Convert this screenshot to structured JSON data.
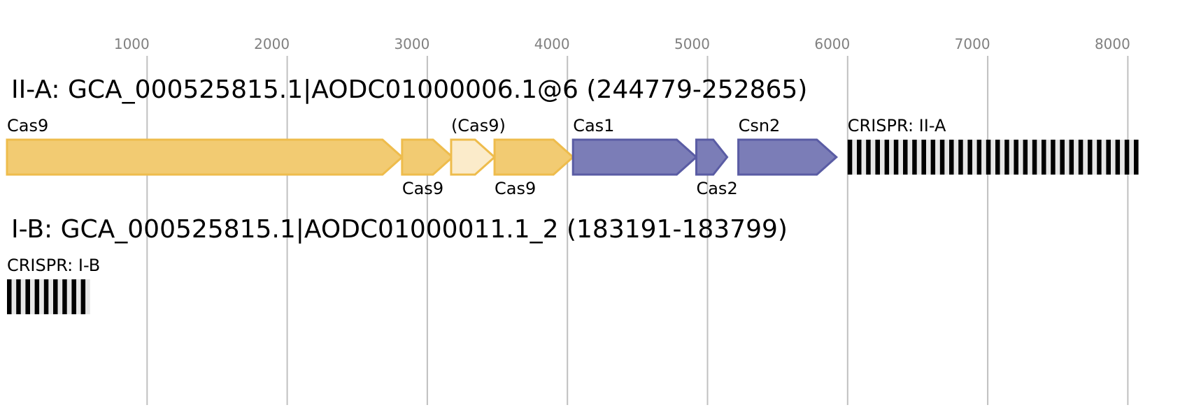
{
  "axis": {
    "ticks": [
      1000,
      2000,
      3000,
      4000,
      5000,
      6000,
      7000,
      8000
    ]
  },
  "colors": {
    "typeII_fill": "#f2cb72",
    "typeII_stroke": "#eebc4c",
    "pseudo_fill": "#fbebca",
    "pseudo_stroke": "#eebc4c",
    "adapt_fill": "#7b7db7",
    "adapt_stroke": "#5a5ca4",
    "crispr_bar": "#000000",
    "crispr_gap": "#e6e6e6"
  },
  "loci": [
    {
      "title": "II-A: GCA_000525815.1|AODC01000006.1@6 (244779-252865)",
      "features": [
        {
          "label": "Cas9",
          "start": 0,
          "end": 2820,
          "kind": "gene",
          "color": "typeII",
          "label_pos": "above"
        },
        {
          "label": "Cas9",
          "start": 2820,
          "end": 3180,
          "kind": "gene",
          "color": "typeII",
          "label_pos": "below"
        },
        {
          "label": "(Cas9)",
          "start": 3170,
          "end": 3480,
          "kind": "gene",
          "color": "pseudo",
          "label_pos": "above"
        },
        {
          "label": "Cas9",
          "start": 3480,
          "end": 4040,
          "kind": "gene",
          "color": "typeII",
          "label_pos": "below"
        },
        {
          "label": "Cas1",
          "start": 4040,
          "end": 4920,
          "kind": "gene",
          "color": "adapt",
          "label_pos": "above"
        },
        {
          "label": "Cas2",
          "start": 4920,
          "end": 5140,
          "kind": "gene",
          "color": "adapt",
          "label_pos": "below"
        },
        {
          "label": "Csn2",
          "start": 5220,
          "end": 5920,
          "kind": "gene",
          "color": "adapt",
          "label_pos": "above"
        },
        {
          "label": "CRISPR: II-A",
          "start": 6000,
          "end": 8085,
          "kind": "crispr",
          "label_pos": "above"
        }
      ]
    },
    {
      "title": "I-B: GCA_000525815.1|AODC01000011.1_2 (183191-183799)",
      "features": [
        {
          "label": "CRISPR: I-B",
          "start": 0,
          "end": 608,
          "kind": "crispr",
          "label_pos": "above"
        }
      ]
    }
  ]
}
